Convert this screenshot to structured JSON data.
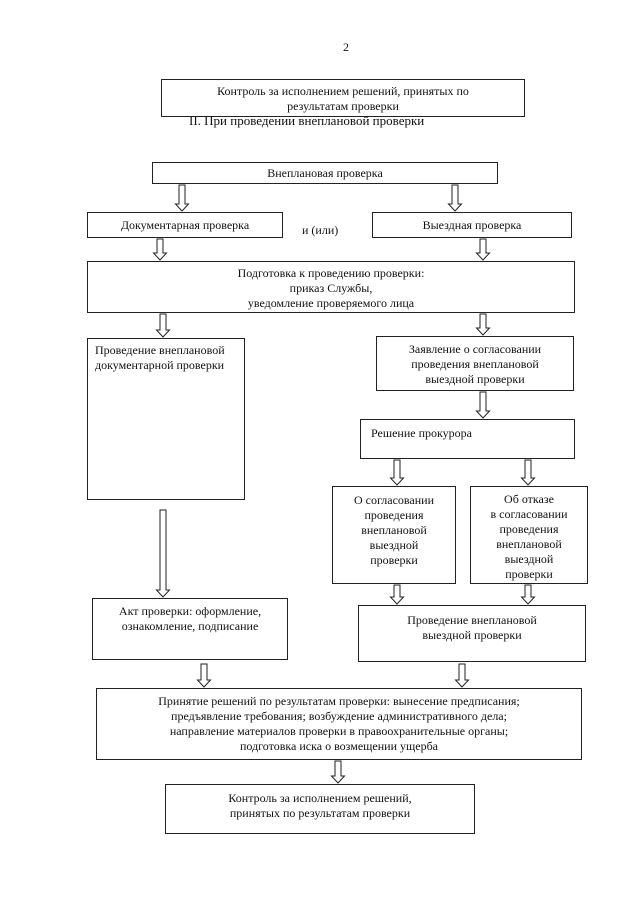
{
  "page_number": "2",
  "top_box": [
    "Контроль за исполнением решений, принятых по",
    "результатам проверки"
  ],
  "section_title": "II. При проведении внеплановой проверки",
  "unscheduled": "Внеплановая проверка",
  "documentary": "Документарная проверка",
  "and_or": "и (или)",
  "onsite": "Выездная проверка",
  "preparation": [
    "Подготовка к проведению проверки:",
    "приказ Службы,",
    "уведомление проверяемого лица"
  ],
  "conduct_doc": [
    "Проведение  внеплановой",
    "документарной проверки"
  ],
  "application": [
    "Заявление о согласовании",
    "проведения внеплановой",
    "выездной проверки"
  ],
  "prosecutor": "Решение прокурора",
  "approval": [
    "О согласовании",
    "проведения",
    "внеплановой",
    "выездной",
    "проверки"
  ],
  "refusal": [
    "Об отказе",
    "в согласовании",
    "проведения",
    "внеплановой",
    "выездной",
    "проверки"
  ],
  "act": [
    "Акт проверки: оформление,",
    "ознакомление, подписание"
  ],
  "conduct_onsite": [
    "Проведение внеплановой",
    "выездной проверки"
  ],
  "decisions": [
    "Принятие решений по результатам проверки: вынесение предписания;",
    "предъявление требования; возбуждение административного дела;",
    "направление материалов проверки в правоохранительные органы;",
    "подготовка иска о возмещении ущерба"
  ],
  "control_final": [
    "Контроль за исполнением решений,",
    "принятых по результатам проверки"
  ]
}
